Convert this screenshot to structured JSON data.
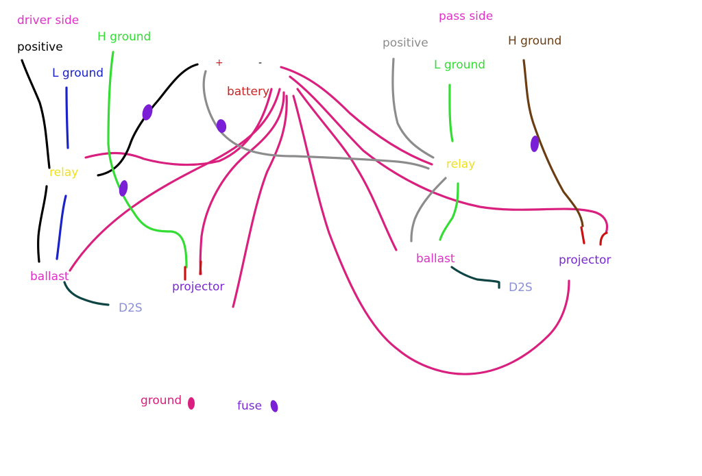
{
  "labels": {
    "driver_side": "driver side",
    "driver_positive": "positive",
    "driver_h_ground": "H ground",
    "driver_l_ground": "L ground",
    "driver_relay": "relay",
    "driver_ballast": "ballast",
    "driver_d2s": "D2S",
    "driver_projector": "projector",
    "battery": "battery",
    "battery_plus": "+",
    "battery_minus": "-",
    "pass_side": "pass side",
    "pass_positive": "positive",
    "pass_l_ground": "L ground",
    "pass_h_ground": "H ground",
    "pass_relay": "relay",
    "pass_ballast": "ballast",
    "pass_d2s": "D2S",
    "pass_projector": "projector",
    "legend_ground": "ground",
    "legend_fuse": "fuse"
  },
  "colors": {
    "magenta_wire": "#d9207e",
    "black_wire": "#000000",
    "green_wire": "#33dd33",
    "blue_wire": "#1a22c8",
    "gray_wire": "#8c8c8c",
    "brown_wire": "#6b3d12",
    "red_wire": "#cc1111",
    "teal_wire": "#0e4444",
    "fuse_purple": "#7a1fd6",
    "label_pink": "#e030c8",
    "label_yellow": "#f0e020",
    "label_purple": "#7a2ad0",
    "label_red": "#cc2222",
    "label_d2s": "#8a90d8"
  }
}
